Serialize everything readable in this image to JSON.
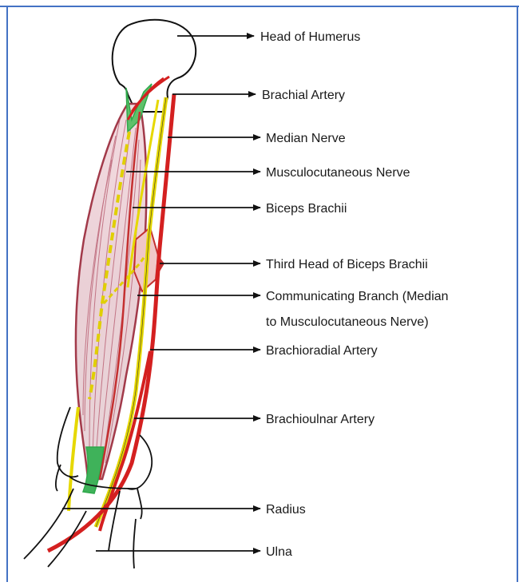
{
  "labels": {
    "head_of_humerus": "Head of Humerus",
    "brachial_artery": "Brachial Artery",
    "median_nerve": "Median Nerve",
    "musculocutaneous_nerve": "Musculocutaneous Nerve",
    "biceps_brachii": "Biceps Brachii",
    "third_head": "Third Head of Biceps Brachii",
    "communicating_branch_1": "Communicating Branch (Median",
    "communicating_branch_2": "to Musculocutaneous Nerve)",
    "brachioradial_artery": "Brachioradial Artery",
    "brachioulnar_artery": "Brachioulnar Artery",
    "radius": "Radius",
    "ulna": "Ulna"
  },
  "colors": {
    "frame": "#4472c4",
    "artery": "#d42020",
    "nerve": "#e6d800",
    "muscle": "#a23a4a",
    "tendon": "#2ea84a",
    "bone_outline": "#111111"
  }
}
